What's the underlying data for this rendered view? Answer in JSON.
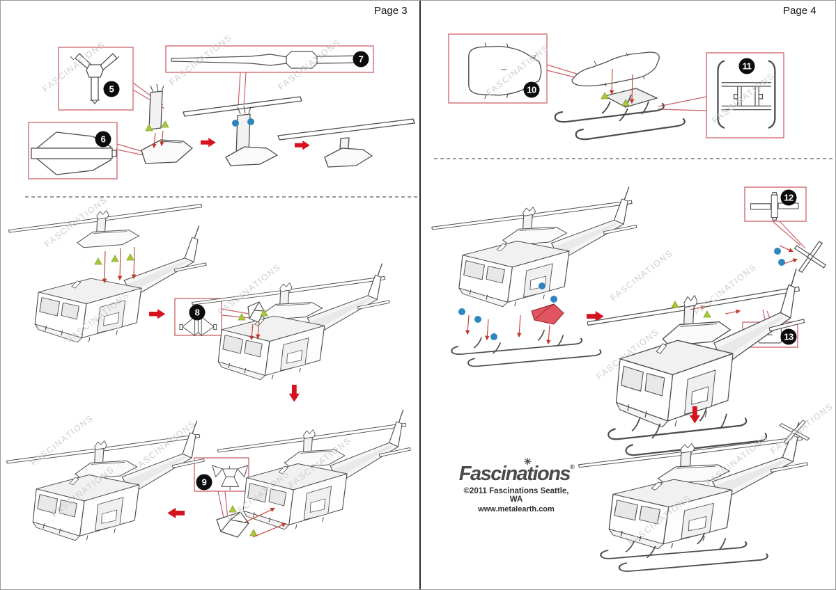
{
  "page3": {
    "label": "Page 3"
  },
  "page4": {
    "label": "Page 4"
  },
  "watermark": {
    "text": "FASCINATIONS"
  },
  "steps": {
    "s5": "5",
    "s6": "6",
    "s7": "7",
    "s8": "8",
    "s9": "9",
    "s10": "10",
    "s11": "11",
    "s12": "12",
    "s13": "13"
  },
  "brand": {
    "name": "Fascinations",
    "registered": "®",
    "sparkle": "✳",
    "copyright": "©2011 Fascinations Seattle, WA",
    "website": "www.metalearth.com"
  },
  "legend_colors": {
    "part_box_border": "#d4767c",
    "connector_red": "#c95f66",
    "arrow_red": "#d6121f",
    "pin_red": "#c0392b",
    "marker_green": "#aac938",
    "marker_blue": "#2e86c0",
    "highlight_red": "#e05560",
    "line_gray": "#4d4d4d",
    "watermark_gray": "#c9c9c9"
  }
}
